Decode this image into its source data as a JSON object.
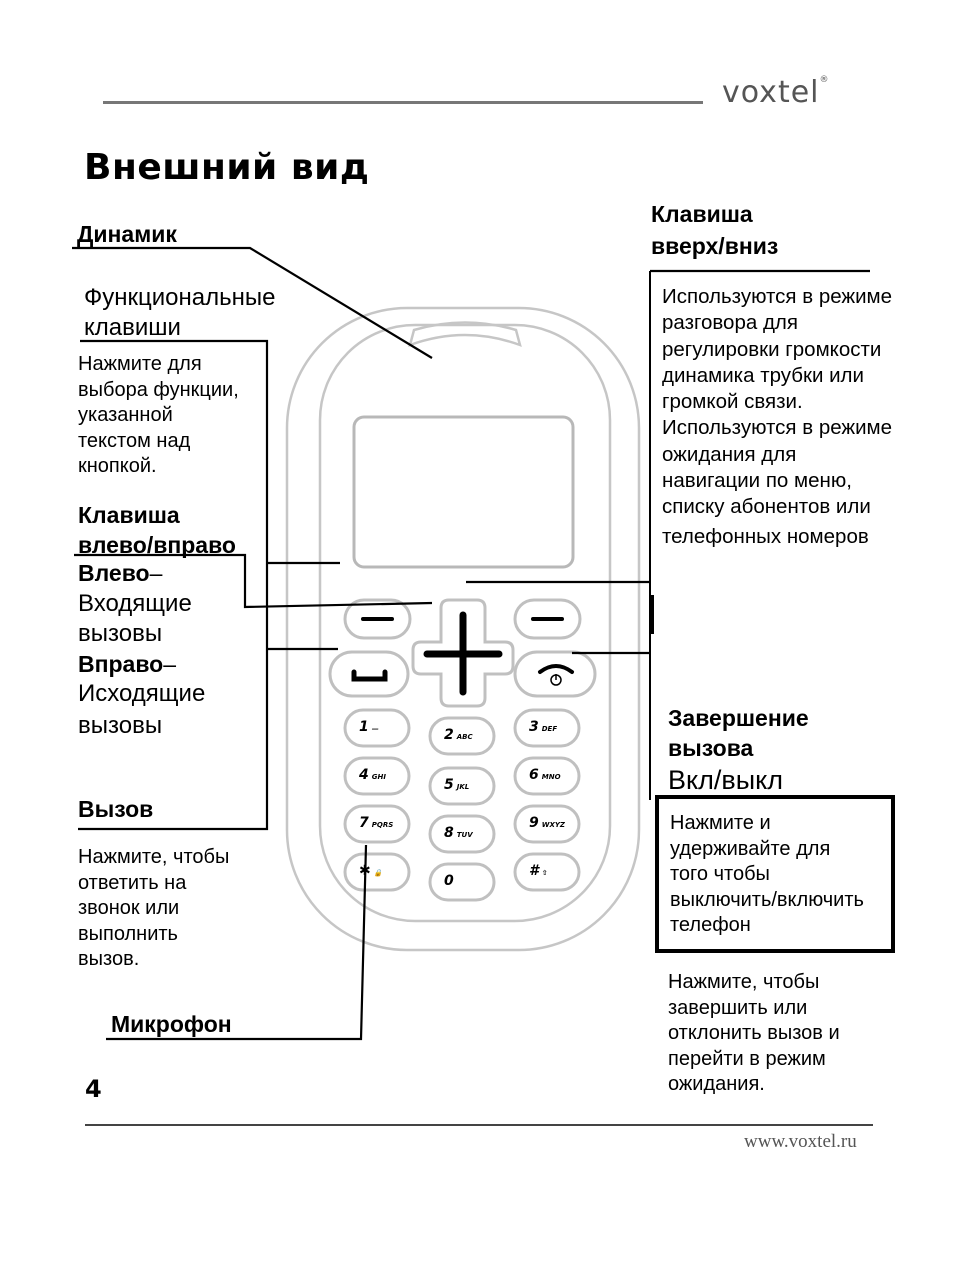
{
  "brand": {
    "logo": "voxtel",
    "site": "www.voxtel.ru"
  },
  "page": {
    "title": "Внешний вид",
    "number": "4"
  },
  "labels": {
    "speaker": "Динамик",
    "function_keys_line1": "Функциональные",
    "function_keys_line2": "клавиши",
    "function_keys_desc": [
      "Нажмите для",
      "выбора функции,",
      "указанной",
      "текстом над",
      "кнопкой."
    ],
    "lr_key_line1": "Клавиша",
    "lr_key_line2": "влево/вправо",
    "left_bold": "Влево",
    "left_dash": "–",
    "left_desc": [
      "Входящие",
      "вызовы"
    ],
    "right_bold": "Вправо",
    "right_dash": "–",
    "right_desc": [
      "Исходящие",
      "вызовы"
    ],
    "call": "Вызов",
    "call_desc": [
      "Нажмите, чтобы",
      "ответить на",
      "звонок или",
      "выполнить",
      "вызов."
    ],
    "microphone": "Микрофон",
    "updown_line1": "Клавиша",
    "updown_line2": "вверх/вниз",
    "updown_desc": [
      "Используются в режиме",
      "разговора для",
      "регулировки громкости",
      "динамика трубки или",
      "громкой связи.",
      "Используются в режиме",
      "ожидания для",
      "навигации по меню,",
      "списку абонентов или",
      "телефонных номеров"
    ],
    "end_call_line1": "Завершение",
    "end_call_line2": "вызова",
    "power": "Вкл/выкл",
    "power_desc": [
      "Нажмите и",
      "удерживайте для",
      "того чтобы",
      "выключить/включить",
      "телефон"
    ],
    "end_desc": [
      "Нажмите, чтобы",
      "завершить или",
      "отклонить вызов и",
      "перейти в режим",
      "ожидания."
    ]
  },
  "keypad": [
    {
      "digit": "1",
      "letters": "—"
    },
    {
      "digit": "2",
      "letters": "ABC"
    },
    {
      "digit": "3",
      "letters": "DEF"
    },
    {
      "digit": "4",
      "letters": "GHI"
    },
    {
      "digit": "5",
      "letters": "JKL"
    },
    {
      "digit": "6",
      "letters": "MNO"
    },
    {
      "digit": "7",
      "letters": "PQRS"
    },
    {
      "digit": "8",
      "letters": "TUV"
    },
    {
      "digit": "9",
      "letters": "WXYZ"
    },
    {
      "digit": "✱",
      "letters": "🔒"
    },
    {
      "digit": "0",
      "letters": ""
    },
    {
      "digit": "#",
      "letters": "⇧"
    }
  ],
  "icons": [
    "soft-left-icon",
    "soft-right-icon",
    "call-icon",
    "end-power-icon",
    "navigation-cross-icon"
  ]
}
